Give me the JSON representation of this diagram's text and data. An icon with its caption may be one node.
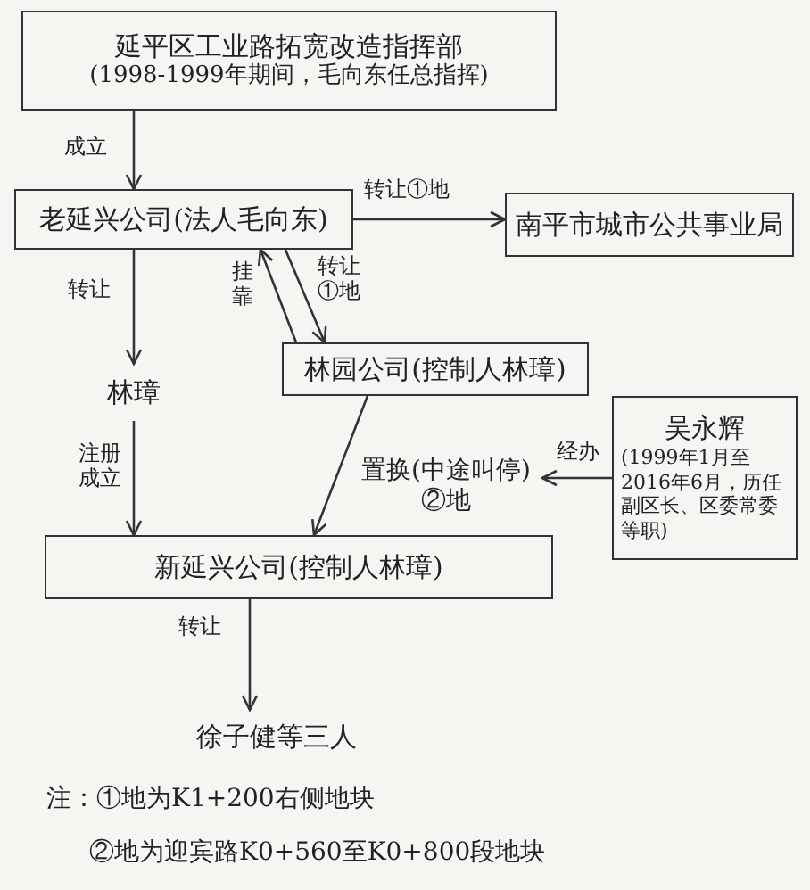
{
  "diagram": {
    "nodes": [
      {
        "text": [
          "延平区工业路拓宽改造指挥部",
          "(1998-1999年期间，毛向东任总指挥)"
        ]
      },
      {
        "text": [
          "老延兴公司(法人毛向东)"
        ]
      },
      {
        "text": [
          "南平市城市公共事业局"
        ]
      },
      {
        "text": [
          "林璋"
        ]
      },
      {
        "text": [
          "林园公司(控制人林璋)"
        ]
      },
      {
        "text": [
          "吴永辉",
          "(1999年1月至2016年6月，历任副区长、区委常委等职)"
        ]
      },
      {
        "text": [
          "置换(中途叫停)",
          "②地"
        ]
      },
      {
        "text": [
          "新延兴公司(控制人林璋)"
        ]
      },
      {
        "text": [
          "徐子健等三人"
        ]
      }
    ],
    "edges": [
      {
        "from": 0,
        "to": 1,
        "arrow": "to",
        "label": "成立"
      },
      {
        "from": 1,
        "to": 2,
        "arrow": "to",
        "label": "转让①地"
      },
      {
        "from": 1,
        "to": 3,
        "arrow": "to",
        "label": "转让"
      },
      {
        "from": 4,
        "to": 1,
        "arrow": "to",
        "label": "挂靠"
      },
      {
        "from": 1,
        "to": 4,
        "arrow": "to",
        "label": "转让①地"
      },
      {
        "from": 3,
        "to": 7,
        "arrow": "to",
        "label": "注册成立"
      },
      {
        "from": 4,
        "to": 7,
        "arrow": "to"
      },
      {
        "from": 5,
        "to": 6,
        "arrow": "to",
        "label": "经办"
      },
      {
        "from": 7,
        "to": 8,
        "arrow": "to",
        "label": "转让"
      }
    ],
    "labels": [
      "注：①地为K1+200右侧地块",
      "②地为迎宾路K0+560至K0+800段地块"
    ]
  }
}
